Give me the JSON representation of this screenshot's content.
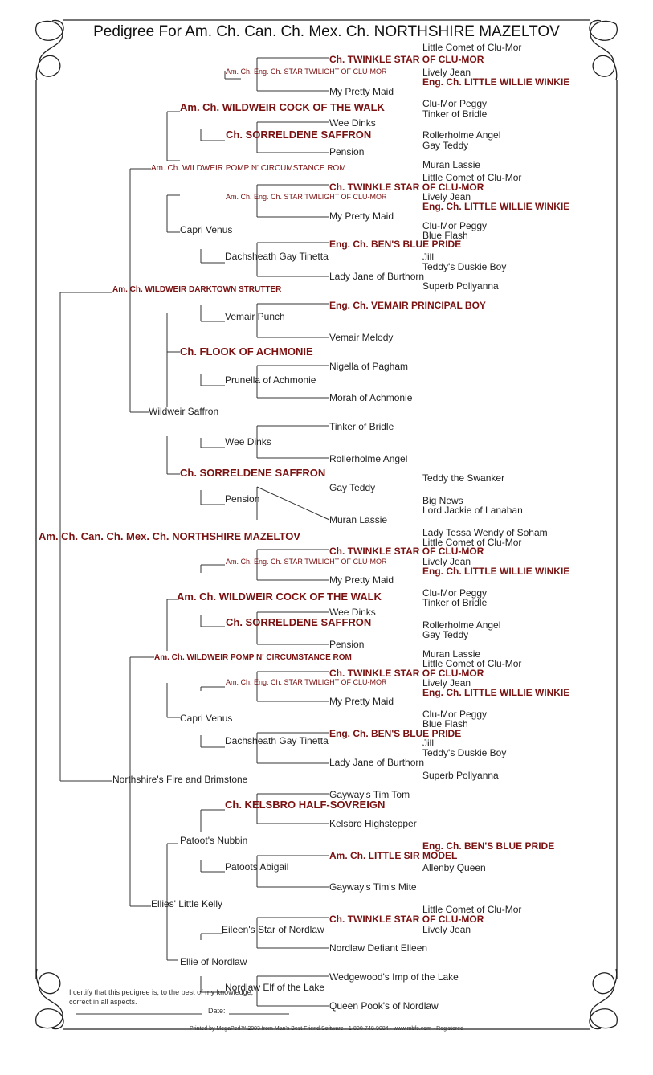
{
  "title": "Pedigree For Am. Ch. Can. Ch. Mex. Ch. NORTHSHIRE MAZELTOV",
  "names": [
    "Little Comet of Clu-Mor",
    "Ch. TWINKLE STAR OF CLU-MOR",
    "Am. Ch. Eng. Ch. STAR TWILIGHT OF CLU-MOR",
    "Lively Jean",
    "Eng. Ch. LITTLE WILLIE WINKIE",
    "My Pretty Maid",
    "Am. Ch. WILDWEIR COCK OF THE WALK",
    "Clu-Mor Peggy",
    "Tinker of Bridle",
    "Wee Dinks",
    "Ch. SORRELDENE SAFFRON",
    "Rollerholme Angel",
    "Gay Teddy",
    "Pension",
    "Am. Ch. WILDWEIR POMP N' CIRCUMSTANCE ROM",
    "Muran Lassie",
    "Capri Venus",
    "Blue Flash",
    "Eng. Ch. BEN'S BLUE PRIDE",
    "Jill",
    "Dachsheath Gay Tinetta",
    "Teddy's Duskie Boy",
    "Lady Jane of Burthorn",
    "Superb Pollyanna",
    "Am. Ch. WILDWEIR DARKTOWN STRUTTER",
    "Eng. Ch. VEMAIR PRINCIPAL BOY",
    "Vemair Punch",
    "Vemair Melody",
    "Ch. FLOOK OF ACHMONIE",
    "Nigella of Pagham",
    "Prunella of Achmonie",
    "Morah of Achmonie",
    "Wildweir Saffron",
    "Teddy the Swanker",
    "Big News",
    "Lord Jackie of Lanahan",
    "Am. Ch. Can. Ch. Mex. Ch. NORTHSHIRE MAZELTOV",
    "Lady Tessa Wendy of Soham",
    "Northshire's Fire and Brimstone",
    "Gayway's Tim Tom",
    "Ch. KELSBRO HALF-SOVREIGN",
    "Kelsbro Highstepper",
    "Patoot's Nubbin",
    "Am. Ch. LITTLE SIR MODEL",
    "Patoots Abigail",
    "Allenby Queen",
    "Gayway's Tim's Mite",
    "Ellies' Little Kelly",
    "Eileen's Star of Nordlaw",
    "Nordlaw Defiant Elleen",
    "Ellie of Nordlaw",
    "Wedgewood's Imp of the Lake",
    "Nordlaw Elf of the Lake",
    "Queen Pook's of Nordlaw"
  ],
  "certification": {
    "text_line1": "I certify that this pedigree is, to the best of my knowledge,",
    "text_line2": "correct in all aspects.",
    "date_label": "Date:"
  },
  "footer": "Printed by MegaPed™ 2003 from Man's Best Friend Software - 1-800-748-9084 - www.mbfs.com - Registered"
}
